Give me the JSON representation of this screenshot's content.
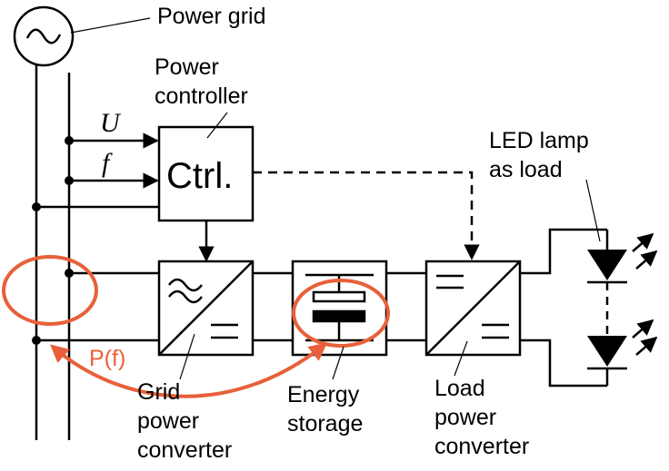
{
  "labels": {
    "power_grid": "Power grid",
    "power_controller_line1": "Power",
    "power_controller_line2": "controller",
    "ctrl": "Ctrl.",
    "voltage": "U",
    "frequency": "f",
    "led_line1": "LED lamp",
    "led_line2": "as load",
    "pf": "P(f)",
    "grid_conv_line1": "Grid",
    "grid_conv_line2": "power",
    "grid_conv_line3": "converter",
    "storage_line1": "Energy",
    "storage_line2": "storage",
    "load_conv_line1": "Load",
    "load_conv_line2": "power",
    "load_conv_line3": "converter"
  },
  "colors": {
    "highlight": "#e8603a",
    "line": "#000000"
  },
  "icons": {
    "grid_source": "ac-source-icon",
    "led": "diode-icon",
    "converter": "ac-dc-converter-icon"
  }
}
